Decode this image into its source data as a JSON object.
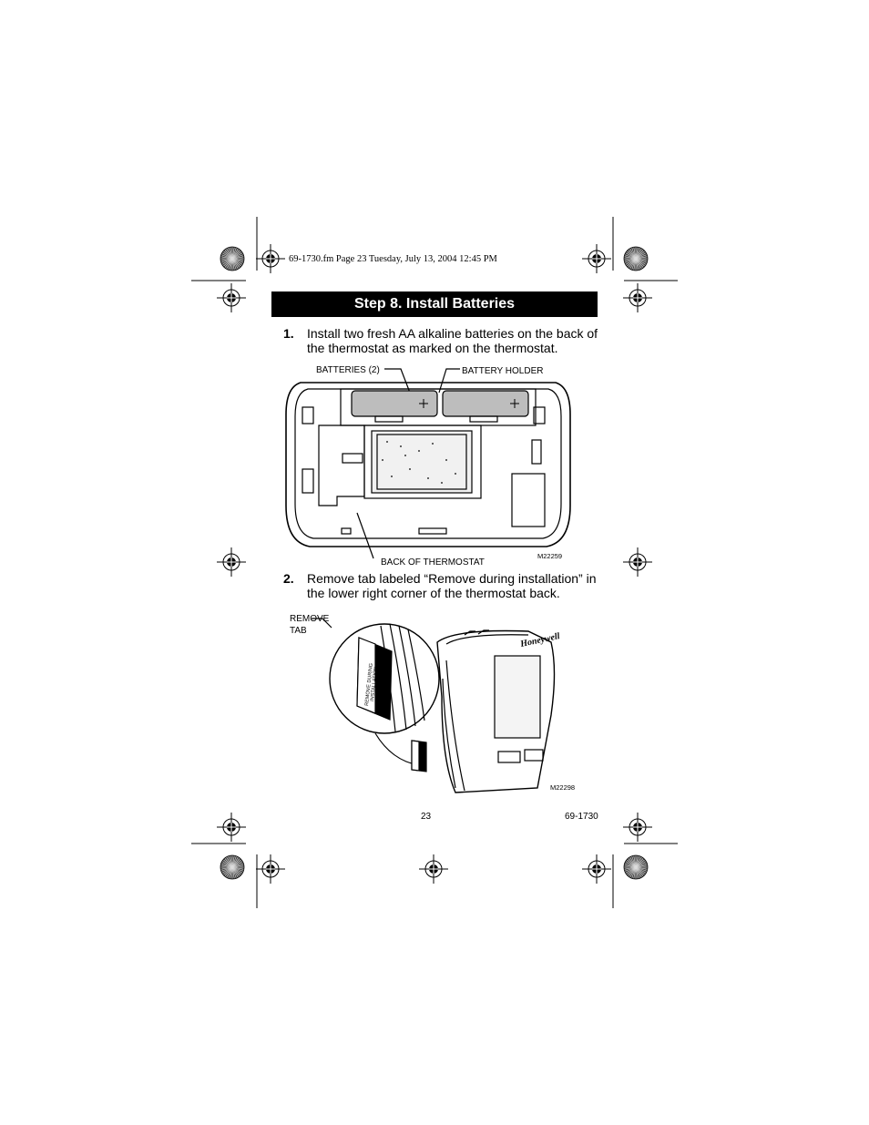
{
  "header": {
    "file_line": "69-1730.fm  Page 23  Tuesday, July 13, 2004  12:45 PM"
  },
  "section": {
    "title": "Step 8. Install Batteries"
  },
  "steps": [
    {
      "number": "1.",
      "text": "Install two fresh AA alkaline batteries on the back of the thermostat as marked on the thermostat."
    },
    {
      "number": "2.",
      "text": "Remove tab labeled “Remove during installation” in the lower right corner of the thermostat back."
    }
  ],
  "figure1": {
    "label_batteries": "BATTERIES (2)",
    "label_holder": "BATTERY HOLDER",
    "label_back": "BACK OF THERMOSTAT",
    "code": "M22259"
  },
  "figure2": {
    "label_remove_line1": "REMOVE",
    "label_remove_line2": "TAB",
    "tab_text_line1": "REMOVE DURING",
    "tab_text_line2": "INSTALLATION",
    "brand": "Honeywell",
    "code": "M22298"
  },
  "footer": {
    "page_number": "23",
    "doc_number": "69-1730"
  }
}
